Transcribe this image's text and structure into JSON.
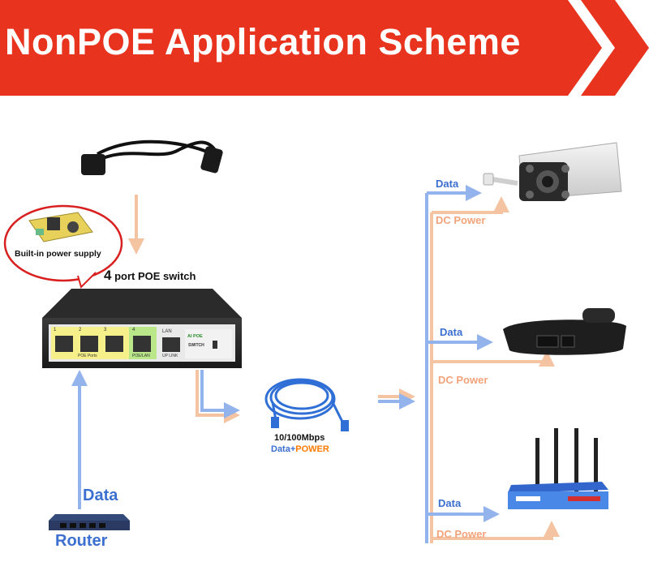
{
  "header": {
    "title": "NonPOE Application Scheme"
  },
  "bubble": {
    "label": "Built-in power supply"
  },
  "switch": {
    "title_num": "4",
    "title_text": " port POE switch",
    "ports": [
      "1",
      "2",
      "3",
      "4"
    ],
    "poe_ports_label": "POE Ports",
    "poe_lan_label": "POE/LAN",
    "lan_label": "LAN",
    "uplink_label": "UP LINK",
    "brand_ai": "AI POE",
    "brand_switch": "SWITCH"
  },
  "cable": {
    "speed": "10/100Mbps",
    "data": "Data",
    "plus": "+",
    "power": "POWER"
  },
  "router": {
    "label": "Router",
    "data_label": "Data"
  },
  "devices": [
    {
      "name": "camera",
      "data_label": "Data",
      "power_label": "DC Power"
    },
    {
      "name": "phone",
      "data_label": "Data",
      "power_label": "DC Power"
    },
    {
      "name": "ap",
      "data_label": "Data",
      "power_label": "DC Power"
    }
  ],
  "colors": {
    "banner": "#e8341e",
    "data_arrow": "#93b3ec",
    "power_arrow": "#f4c3a2",
    "data_text": "#3b6fd0",
    "power_text": "#f3a37a"
  }
}
